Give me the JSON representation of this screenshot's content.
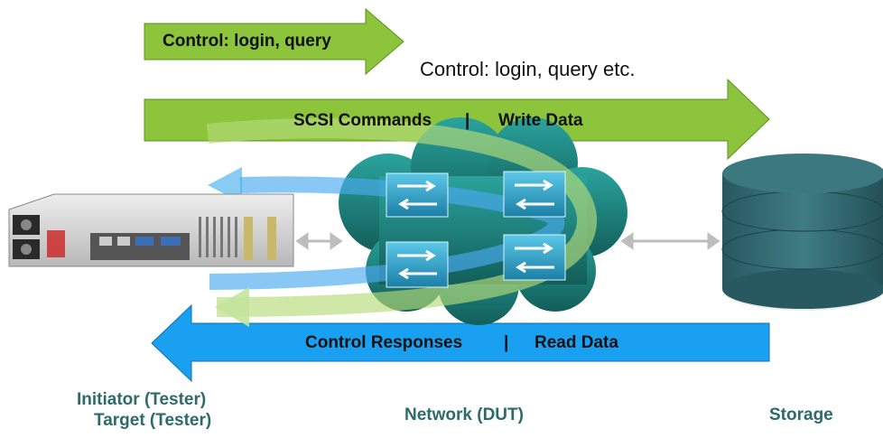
{
  "arrows": {
    "control_small": "Control: login, query",
    "scsi_commands": "SCSI Commands",
    "write_data": "Write Data",
    "control_responses": "Control Responses",
    "read_data": "Read Data",
    "separator": "|"
  },
  "annotation": "Control: login, query etc.",
  "captions": {
    "initiator": "Initiator (Tester)",
    "target": "Target (Tester)",
    "network": "Network (DUT)",
    "storage": "Storage"
  },
  "colors": {
    "green_arrow": "#8cc43c",
    "green_arrow_dark": "#5d8f1e",
    "blue_arrow": "#1aa0f0",
    "blue_arrow_dark": "#0b6fb4",
    "cloud": "#1f8a84",
    "cloud_dark": "#0f5f5a",
    "storage": "#336a72",
    "caption_text": "#2d6a6a"
  },
  "icons": {
    "initiator_device": "rack-server-icon",
    "network_switch": "switch-icon",
    "storage_device": "database-icon",
    "connector": "double-arrow-icon"
  }
}
